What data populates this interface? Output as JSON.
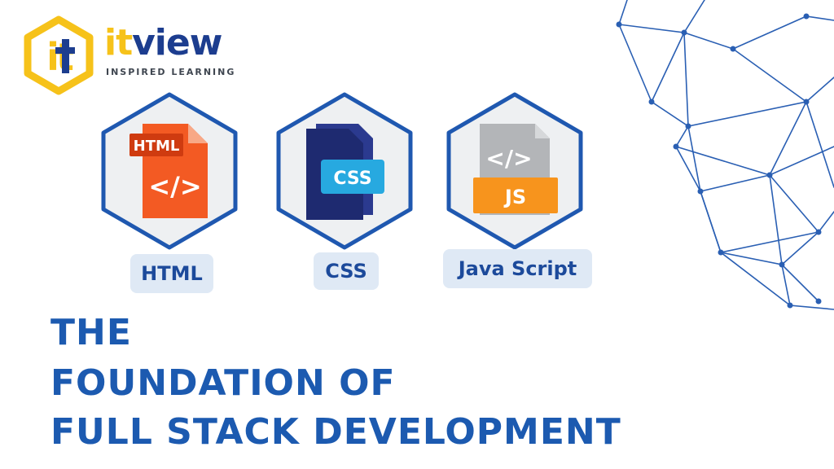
{
  "brand": {
    "word_part1": "it",
    "word_part2": "view",
    "tagline": "INSPIRED LEARNING",
    "mark_letters": "it",
    "colors": {
      "yellow": "#f6c21a",
      "navy": "#1c3d8f"
    }
  },
  "tiles": [
    {
      "icon": "html-file-icon",
      "badge": "HTML",
      "code": "</>",
      "label": "HTML"
    },
    {
      "icon": "css-file-icon",
      "badge": "CSS",
      "label": "CSS"
    },
    {
      "icon": "js-file-icon",
      "badge": "JS",
      "code": "</>",
      "label": "Java Script"
    }
  ],
  "headline": {
    "line1": "THE",
    "line2": "FOUNDATION OF",
    "line3": "FULL STACK DEVELOPMENT"
  },
  "colors": {
    "heading_blue": "#1c5ab0",
    "hex_border": "#1f58b0",
    "pill_bg": "#dfe9f5",
    "html_orange": "#f35a23",
    "js_orange": "#f7941d",
    "css_blue": "#27a9e0"
  }
}
